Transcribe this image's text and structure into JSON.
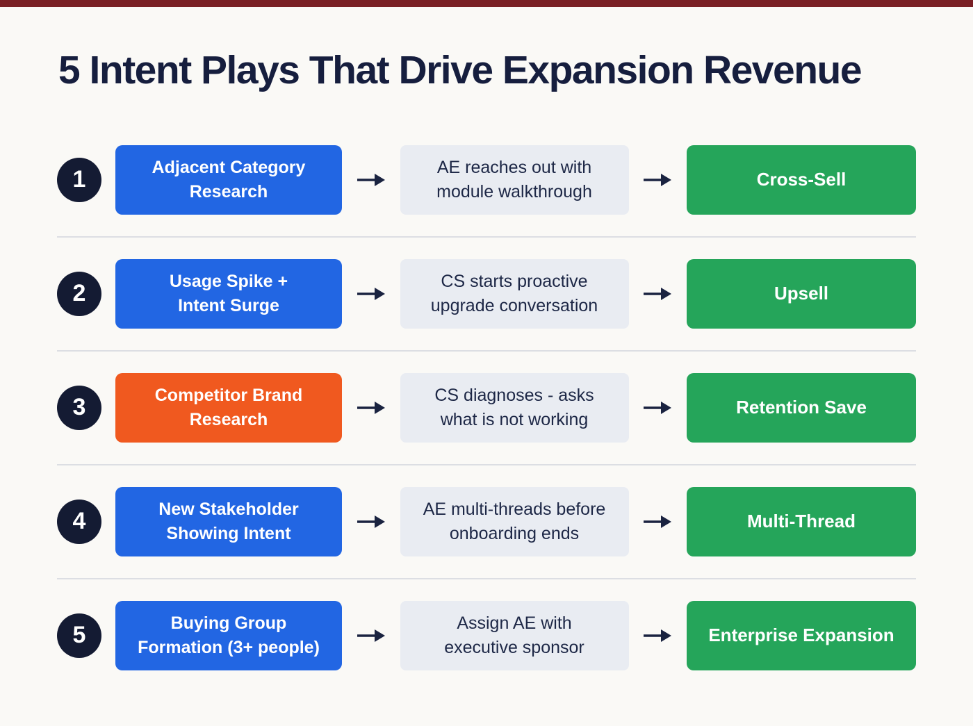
{
  "page": {
    "title": "5 Intent Plays That Drive Expansion Revenue",
    "top_bar_color": "#7a2025",
    "background_color": "#faf9f6"
  },
  "colors": {
    "navy_badge": "#141b33",
    "title_text": "#161e3e",
    "signal_blue": "#2266e3",
    "signal_orange": "#f0591f",
    "action_gray": "#e9ecf2",
    "action_text": "#1d2746",
    "outcome_green": "#25a55a",
    "arrow": "#1a2340",
    "divider": "#dcdee3"
  },
  "rows": [
    {
      "number": "1",
      "signal": "Adjacent Category\nResearch",
      "signal_color": "#2266e3",
      "action": "AE reaches out with\nmodule walkthrough",
      "outcome": "Cross-Sell"
    },
    {
      "number": "2",
      "signal": "Usage Spike +\nIntent Surge",
      "signal_color": "#2266e3",
      "action": "CS starts proactive\nupgrade conversation",
      "outcome": "Upsell"
    },
    {
      "number": "3",
      "signal": "Competitor Brand\nResearch",
      "signal_color": "#f0591f",
      "action": "CS diagnoses - asks\nwhat is not working",
      "outcome": "Retention Save"
    },
    {
      "number": "4",
      "signal": "New Stakeholder\nShowing Intent",
      "signal_color": "#2266e3",
      "action": "AE multi-threads before\nonboarding ends",
      "outcome": "Multi-Thread"
    },
    {
      "number": "5",
      "signal": "Buying Group\nFormation (3+ people)",
      "signal_color": "#2266e3",
      "action": "Assign AE with\nexecutive sponsor",
      "outcome": "Enterprise Expansion"
    }
  ]
}
